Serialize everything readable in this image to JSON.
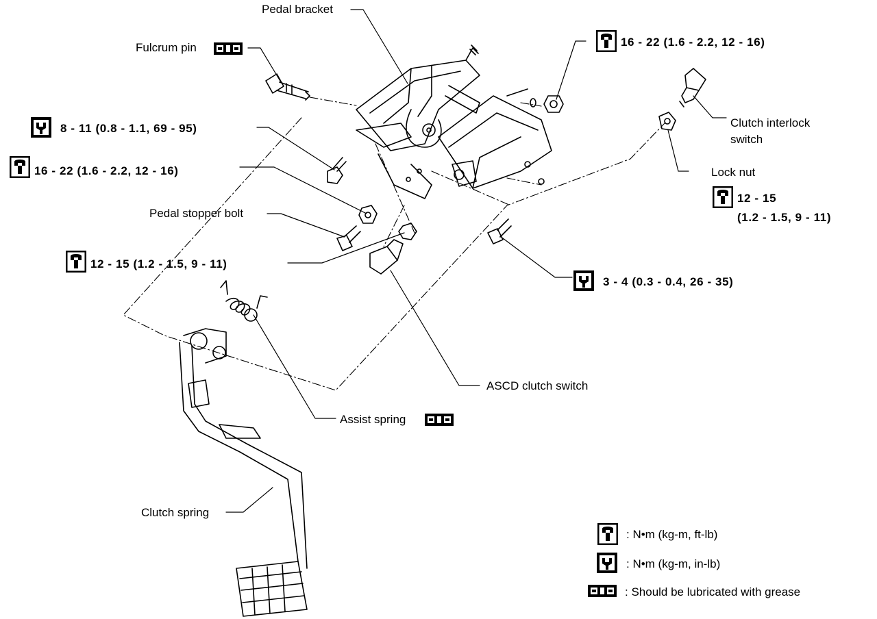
{
  "labels": {
    "pedal_bracket": "Pedal bracket",
    "fulcrum_pin": "Fulcrum pin",
    "clutch_interlock_switch_line1": "Clutch interlock",
    "clutch_interlock_switch_line2": "switch",
    "lock_nut": "Lock nut",
    "pedal_stopper_bolt": "Pedal stopper bolt",
    "ascd_clutch_switch": "ASCD clutch switch",
    "assist_spring": "Assist spring",
    "clutch_spring": "Clutch spring"
  },
  "torques": {
    "nut_top": "16 - 22 (1.6 - 2.2, 12 - 16)",
    "bolt_bracket": "8 - 11 (0.8 - 1.1, 69 - 95)",
    "nut_bracket": "16 - 22 (1.6 - 2.2, 12 - 16)",
    "lock_nut_line1": "12 - 15",
    "lock_nut_line2": "(1.2 - 1.5, 9 - 11)",
    "stopper_nut": "12 - 15 (1.2 - 1.5, 9 - 11)",
    "switch_bolt": "3 - 4 (0.3 - 0.4, 26 - 35)"
  },
  "legend": {
    "torque_ftlb": ": N•m  (kg-m,  ft-lb)",
    "torque_inlb": ": N•m  (kg-m,  in-lb)",
    "grease": ": Should be lubricated with grease"
  },
  "icons": {
    "wrench": "torque-wrench-ftlb-icon",
    "wrench_inlb": "torque-wrench-inlb-icon",
    "grease": "grease-icon"
  },
  "colors": {
    "ink": "#000000",
    "paper": "#ffffff"
  }
}
